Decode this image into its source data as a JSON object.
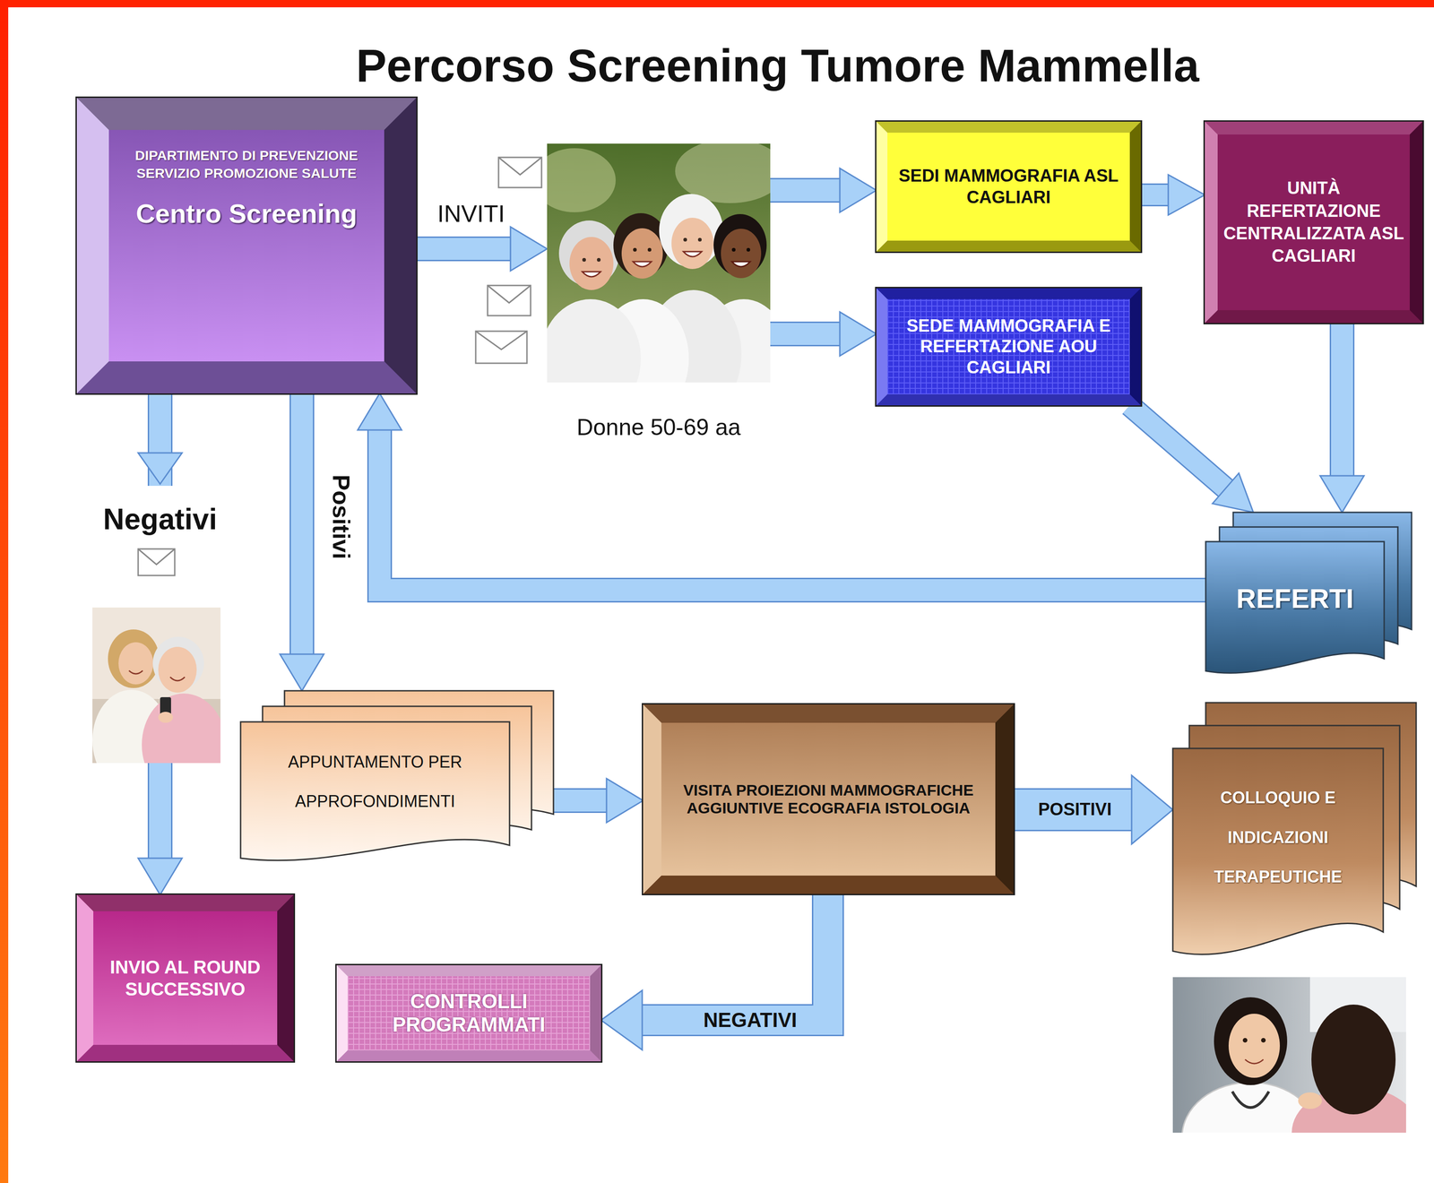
{
  "diagram": {
    "title": "Percorso Screening Tumore Mammella",
    "nodes": [
      {
        "text": [
          "DIPARTIMENTO DI PREVENZIONE SERVIZIO PROMOZIONE SALUTE",
          "Centro Screening"
        ]
      },
      {
        "text": [
          "Donne 50-69 aa"
        ]
      },
      {
        "text": [
          "SEDI MAMMOGRAFIA ASL CAGLIARI"
        ]
      },
      {
        "text": [
          "UNITÀ REFERTAZIONE CENTRALIZZATA ASL CAGLIARI"
        ]
      },
      {
        "text": [
          "SEDE MAMMOGRAFIA E REFERTAZIONE AOU CAGLIARI"
        ]
      },
      {
        "text": [
          "REFERTI"
        ]
      },
      {
        "text": [
          "APPUNTAMENTO PER APPROFONDIMENTI"
        ]
      },
      {
        "text": [
          "VISITA PROIEZIONI MAMMOGRAFICHE AGGIUNTIVE ECOGRAFIA ISTOLOGIA"
        ]
      },
      {
        "text": [
          "COLLOQUIO E INDICAZIONI TERAPEUTICHE"
        ]
      },
      {
        "text": [
          "INVIO AL ROUND SUCCESSIVO"
        ]
      },
      {
        "text": [
          "CONTROLLI PROGRAMMATI"
        ]
      }
    ],
    "edges": [
      {
        "from": 0,
        "to": 1,
        "label": "INVITI",
        "arrow": "to"
      },
      {
        "from": 1,
        "to": 2,
        "arrow": "to"
      },
      {
        "from": 1,
        "to": 4,
        "arrow": "to"
      },
      {
        "from": 2,
        "to": 3,
        "arrow": "to"
      },
      {
        "from": 3,
        "to": 5,
        "arrow": "to"
      },
      {
        "from": 4,
        "to": 5,
        "arrow": "to"
      },
      {
        "from": 5,
        "to": 0,
        "arrow": "to"
      },
      {
        "from": 0,
        "to": 9,
        "label": "Negativi",
        "arrow": "to"
      },
      {
        "from": 0,
        "to": 6,
        "label": "Positivi",
        "arrow": "to"
      },
      {
        "from": 6,
        "to": 7,
        "arrow": "to"
      },
      {
        "from": 7,
        "to": 8,
        "label": "POSITIVI",
        "arrow": "to"
      },
      {
        "from": 7,
        "to": 10,
        "label": "NEGATIVI",
        "arrow": "to"
      }
    ]
  }
}
